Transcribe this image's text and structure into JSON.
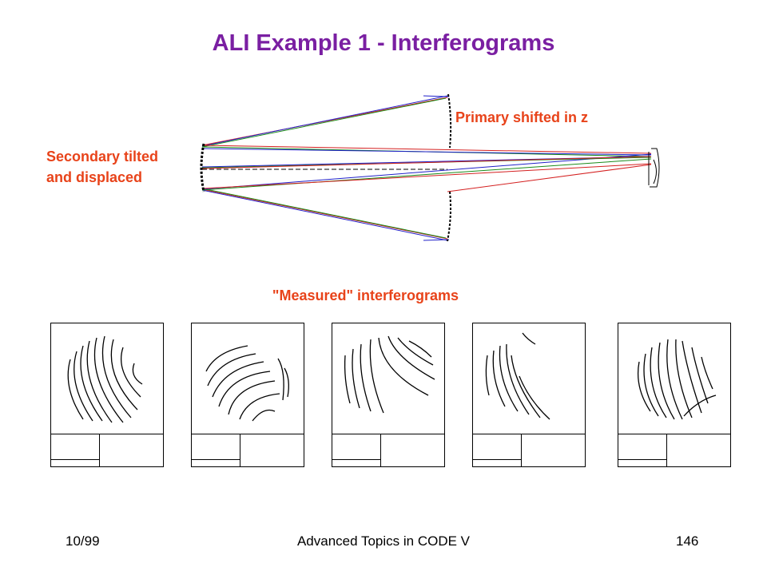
{
  "title": "ALI Example 1 - Interferograms",
  "callouts": {
    "primary": "Primary shifted in z",
    "secondary_line1": "Secondary tilted",
    "secondary_line2": "and displaced"
  },
  "measured_label": "\"Measured\" interferograms",
  "footer": {
    "date": "10/99",
    "course": "Advanced Topics in CODE V",
    "page": "146"
  },
  "colors": {
    "title": "#7a1fa2",
    "callout": "#e8431a",
    "ray_red": "#d42020",
    "ray_green": "#1a8a1a",
    "ray_blue": "#2020c8"
  },
  "interferograms": [
    {
      "id": 1
    },
    {
      "id": 2
    },
    {
      "id": 3
    },
    {
      "id": 4
    },
    {
      "id": 5
    }
  ]
}
